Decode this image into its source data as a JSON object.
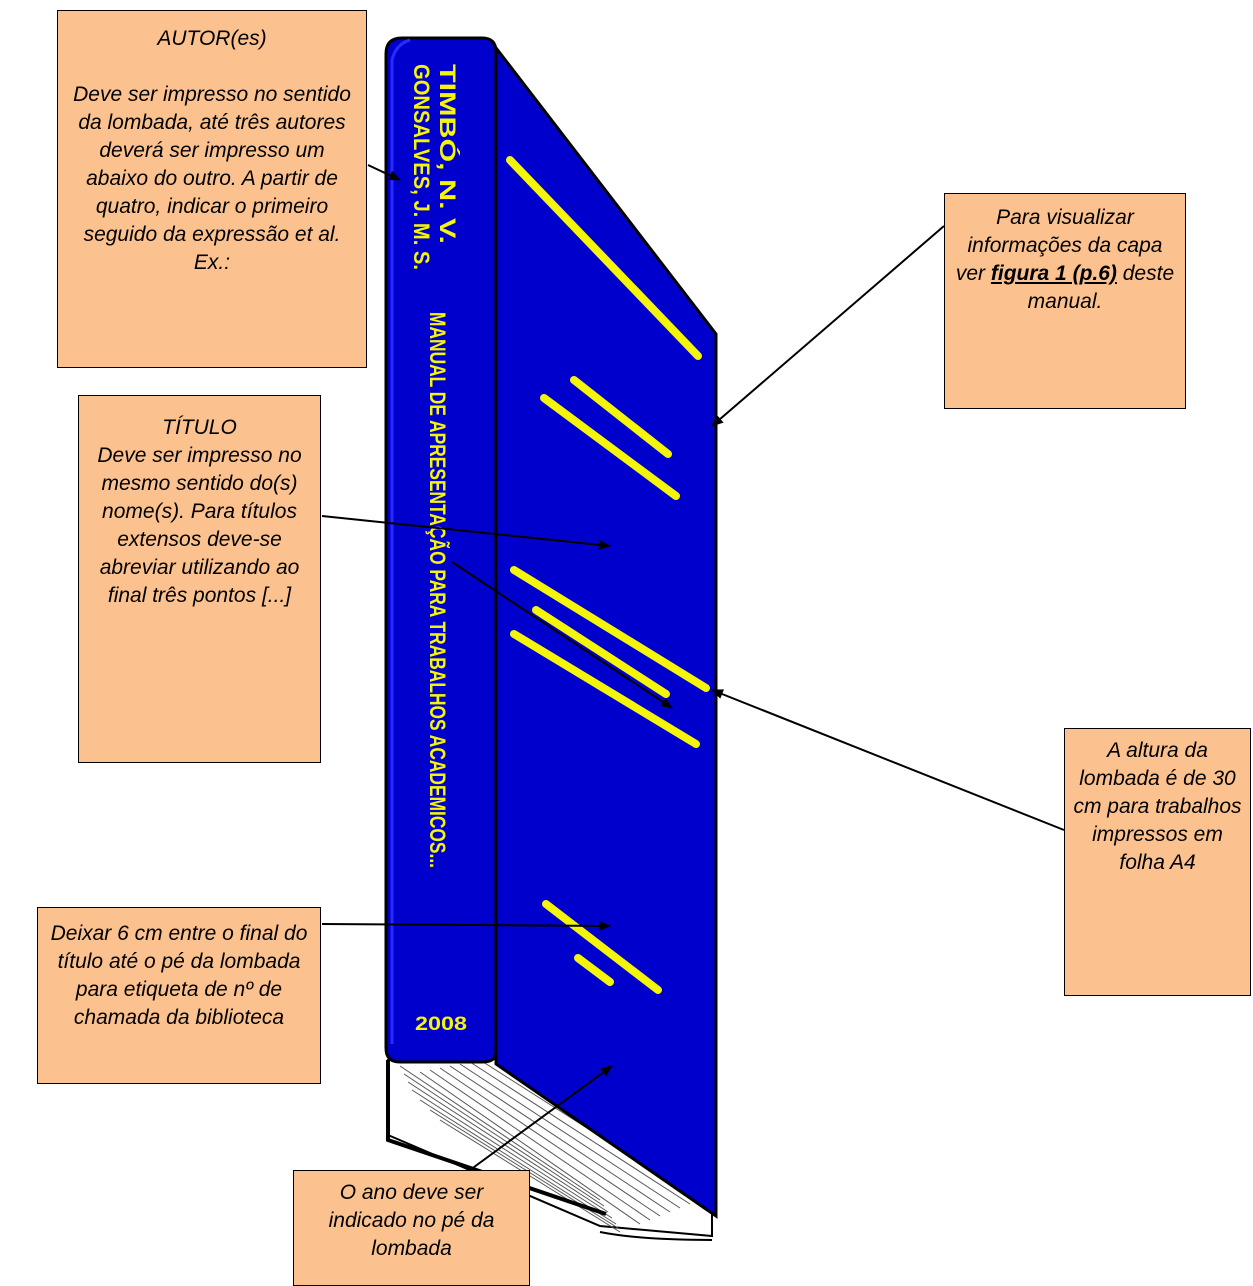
{
  "book": {
    "spine_author_line_1": "TIMBÓ, N. V.",
    "spine_author_line_2": "GONSALVES, J. M. S.",
    "spine_title": "MANUAL DE APRESENTAÇÃO PARA TRABALHOS ACADEMICOS...",
    "spine_year": "2008",
    "colors": {
      "cover_blue": "#0000cc",
      "stripe_yellow": "#f5f50a",
      "note_fill": "#fbc28f",
      "outline": "#000000",
      "pages": "#ffffff"
    }
  },
  "notes": {
    "autores": {
      "heading": "AUTOR(es)",
      "body": "Deve ser impresso no sentido da lombada, até três autores deverá ser impresso um abaixo do outro. A partir de quatro, indicar o primeiro seguido da expressão et al. Ex.:"
    },
    "titulo": {
      "heading": "TÍTULO",
      "body": "Deve ser impresso no mesmo sentido do(s) nome(s). Para títulos extensos deve-se abreviar utilizando ao final três pontos [...]"
    },
    "capa": {
      "before": "Para visualizar informações da capa ver",
      "link": "figura 1 (p.6)",
      "after": "deste manual."
    },
    "altura": {
      "body": "A altura da lombada é de 30 cm para trabalhos impressos em folha A4"
    },
    "deixar": {
      "body": "Deixar 6 cm entre o final do título até o pé da lombada para etiqueta de nº de chamada da biblioteca"
    },
    "ano": {
      "body": "O ano deve ser indicado no pé da lombada"
    }
  }
}
